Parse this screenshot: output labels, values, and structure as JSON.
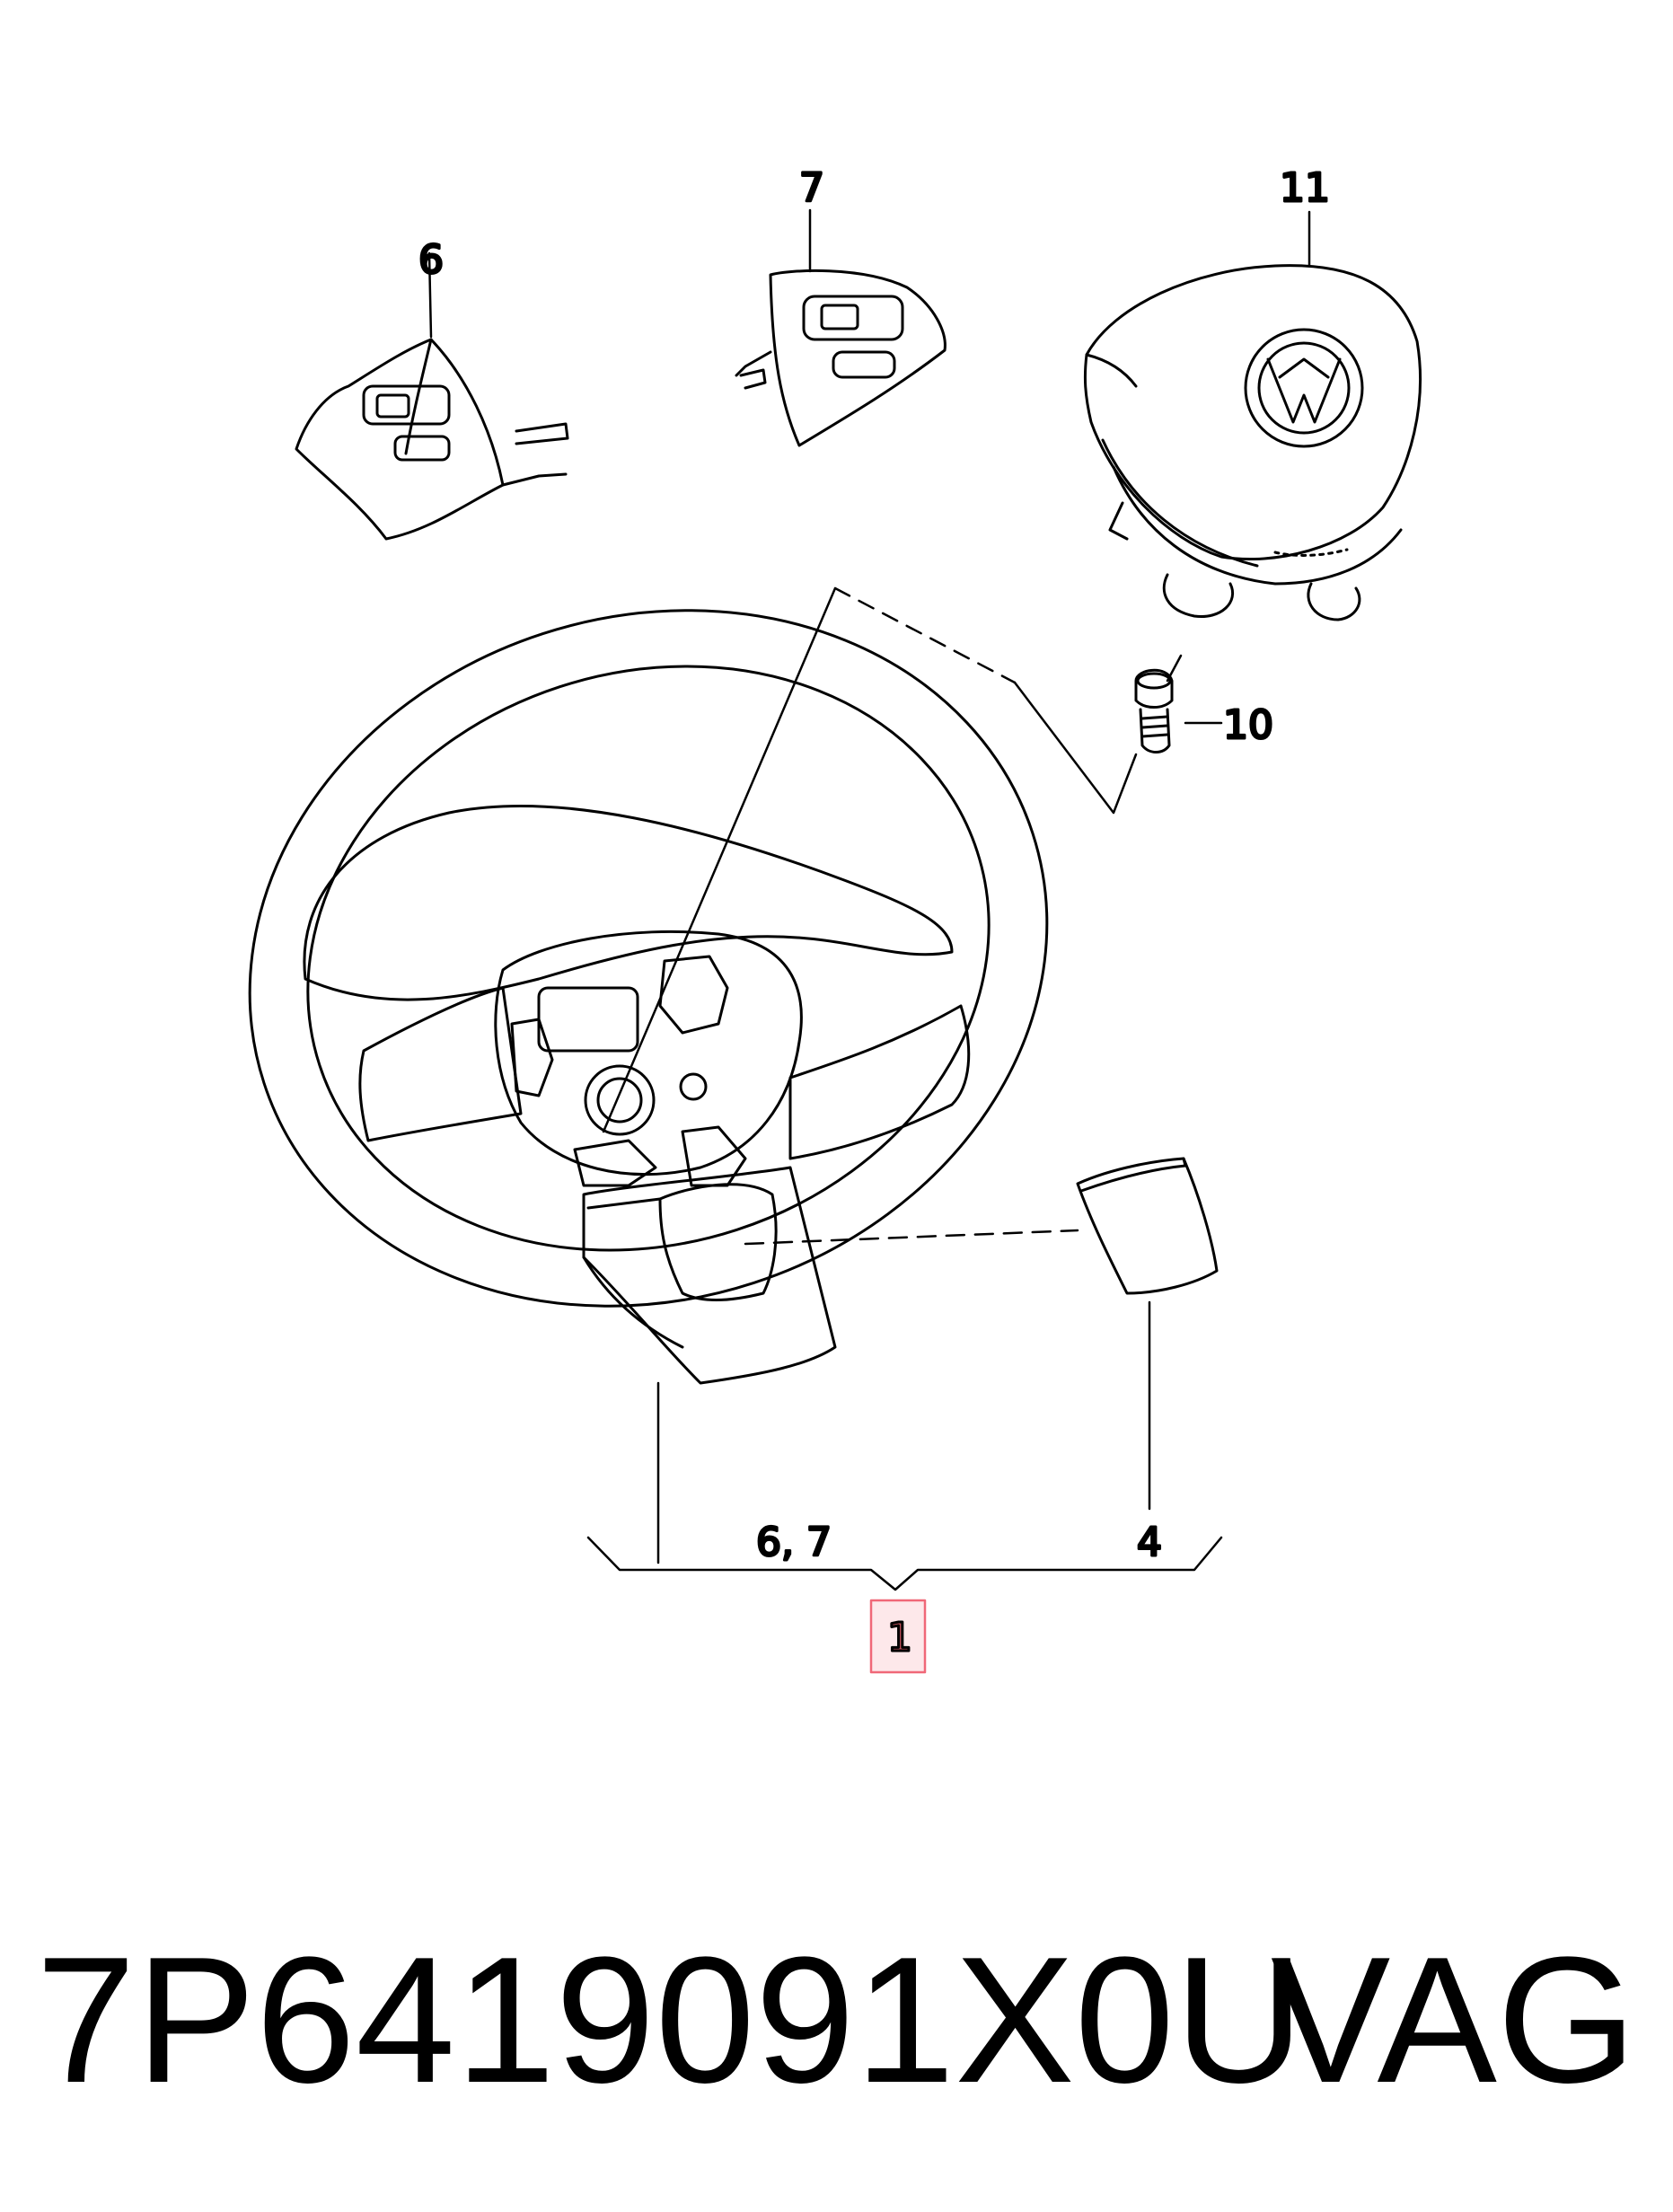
{
  "callouts": {
    "c6": "6",
    "c7": "7",
    "c11": "11",
    "c10": "10",
    "c67": "6,  7",
    "c4": "4",
    "c1": "1"
  },
  "highlight_color": "#f06878",
  "footer": {
    "part_number": "7P6419091X0U",
    "brand": "VAG"
  }
}
